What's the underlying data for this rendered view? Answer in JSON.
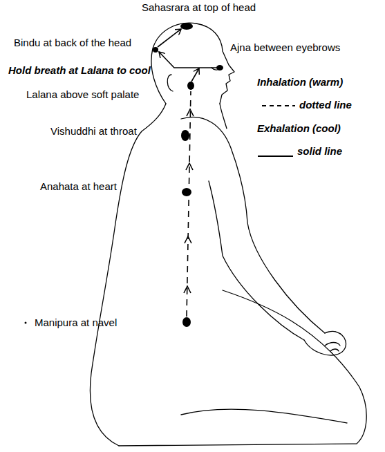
{
  "diagram": {
    "labels": [
      "Sahasrara at top of head",
      "Bindu at back of the head",
      "Ajna between eyebrows",
      "Hold breath at Lalana to cool",
      "Lalana above soft palate",
      "Inhalation (warm)",
      "Exhalation (cool)",
      "Vishuddhi at throat",
      "Anahata at heart",
      "Manipura at navel"
    ],
    "legend": [
      {
        "text": "dotted line"
      },
      {
        "text": "solid line"
      }
    ]
  }
}
